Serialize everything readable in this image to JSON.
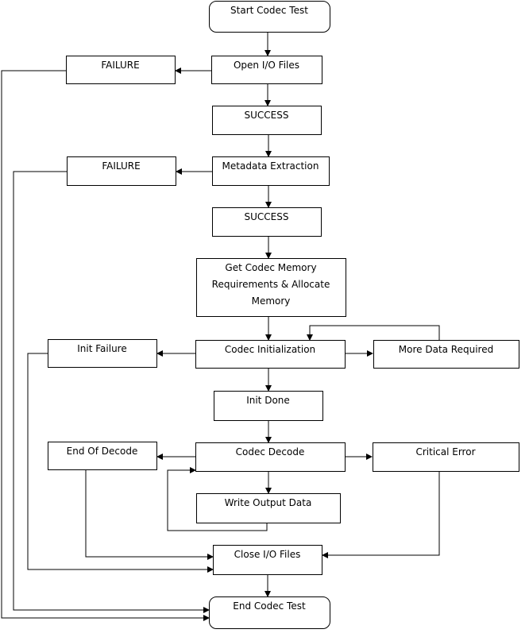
{
  "diagram": {
    "title": "",
    "nodes": [
      {
        "id": "start",
        "lines": [
          "Start Codec Test"
        ],
        "shape": "rounded"
      },
      {
        "id": "open_io",
        "lines": [
          "Open I/O Files"
        ]
      },
      {
        "id": "failure1",
        "lines": [
          "FAILURE"
        ]
      },
      {
        "id": "success1",
        "lines": [
          "SUCCESS"
        ]
      },
      {
        "id": "metadata",
        "lines": [
          "Metadata Extraction"
        ]
      },
      {
        "id": "failure2",
        "lines": [
          "FAILURE"
        ]
      },
      {
        "id": "success2",
        "lines": [
          "SUCCESS"
        ]
      },
      {
        "id": "get_mem",
        "lines": [
          "Get Codec Memory",
          "Requirements & Allocate",
          "Memory"
        ]
      },
      {
        "id": "codec_init",
        "lines": [
          "Codec Initialization"
        ]
      },
      {
        "id": "init_failure",
        "lines": [
          "Init Failure"
        ]
      },
      {
        "id": "more_data",
        "lines": [
          "More Data Required"
        ]
      },
      {
        "id": "init_done",
        "lines": [
          "Init Done"
        ]
      },
      {
        "id": "codec_decode",
        "lines": [
          "Codec Decode"
        ]
      },
      {
        "id": "end_decode",
        "lines": [
          "End Of Decode"
        ]
      },
      {
        "id": "critical_error",
        "lines": [
          "Critical Error"
        ]
      },
      {
        "id": "write_output",
        "lines": [
          "Write Output Data"
        ]
      },
      {
        "id": "close_io",
        "lines": [
          "Close I/O Files"
        ]
      },
      {
        "id": "end",
        "lines": [
          "End Codec Test"
        ],
        "shape": "rounded"
      }
    ],
    "edges": [
      {
        "from": "start",
        "to": "open_io"
      },
      {
        "from": "open_io",
        "to": "failure1"
      },
      {
        "from": "open_io",
        "to": "success1"
      },
      {
        "from": "success1",
        "to": "metadata"
      },
      {
        "from": "metadata",
        "to": "failure2"
      },
      {
        "from": "metadata",
        "to": "success2"
      },
      {
        "from": "success2",
        "to": "get_mem"
      },
      {
        "from": "get_mem",
        "to": "codec_init"
      },
      {
        "from": "codec_init",
        "to": "init_failure"
      },
      {
        "from": "codec_init",
        "to": "more_data"
      },
      {
        "from": "more_data",
        "to": "codec_init"
      },
      {
        "from": "codec_init",
        "to": "init_done"
      },
      {
        "from": "init_done",
        "to": "codec_decode"
      },
      {
        "from": "codec_decode",
        "to": "end_decode"
      },
      {
        "from": "codec_decode",
        "to": "critical_error"
      },
      {
        "from": "codec_decode",
        "to": "write_output"
      },
      {
        "from": "write_output",
        "to": "codec_decode"
      },
      {
        "from": "end_decode",
        "to": "close_io"
      },
      {
        "from": "critical_error",
        "to": "close_io"
      },
      {
        "from": "init_failure",
        "to": "close_io"
      },
      {
        "from": "close_io",
        "to": "end"
      },
      {
        "from": "failure1",
        "to": "end"
      },
      {
        "from": "failure2",
        "to": "end"
      }
    ]
  }
}
